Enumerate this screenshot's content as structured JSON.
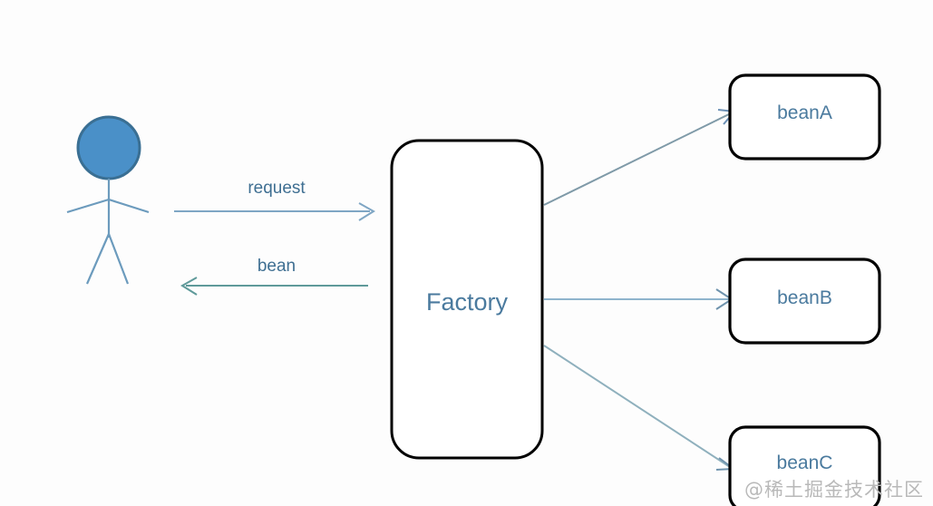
{
  "diagram": {
    "title": "Factory pattern diagram",
    "background_color": "#fdfdfd",
    "actor": {
      "name": "client-actor",
      "head_fill": "#4a90c8",
      "head_stroke": "#3a6f93",
      "body_stroke": "#6c9bbd"
    },
    "nodes": [
      {
        "id": "factory",
        "label": "Factory",
        "stroke": "#000000",
        "fill": "#ffffff",
        "text_color": "#4a7a9e"
      },
      {
        "id": "beanA",
        "label": "beanA",
        "stroke": "#000000",
        "fill": "#ffffff",
        "text_color": "#4a7a9e"
      },
      {
        "id": "beanB",
        "label": "beanB",
        "stroke": "#000000",
        "fill": "#ffffff",
        "text_color": "#4a7a9e"
      },
      {
        "id": "beanC",
        "label": "beanC",
        "stroke": "#000000",
        "fill": "#ffffff",
        "text_color": "#4a7a9e"
      }
    ],
    "edges": [
      {
        "id": "request",
        "label": "request",
        "from": "client-actor",
        "to": "factory",
        "direction": "right",
        "color": "#7fa6c4"
      },
      {
        "id": "bean",
        "label": "bean",
        "from": "factory",
        "to": "client-actor",
        "direction": "left",
        "color": "#5f9a9a"
      },
      {
        "id": "factory-to-beanA",
        "label": "",
        "from": "factory",
        "to": "beanA",
        "direction": "up-right",
        "color": "#7f9aa8"
      },
      {
        "id": "factory-to-beanB",
        "label": "",
        "from": "factory",
        "to": "beanB",
        "direction": "right",
        "color": "#8fb4cd"
      },
      {
        "id": "factory-to-beanC",
        "label": "",
        "from": "factory",
        "to": "beanC",
        "direction": "down-right",
        "color": "#8fb0bd"
      }
    ]
  },
  "watermark": {
    "text": "@稀土掘金技术社区",
    "color": "#b9b9b9"
  }
}
